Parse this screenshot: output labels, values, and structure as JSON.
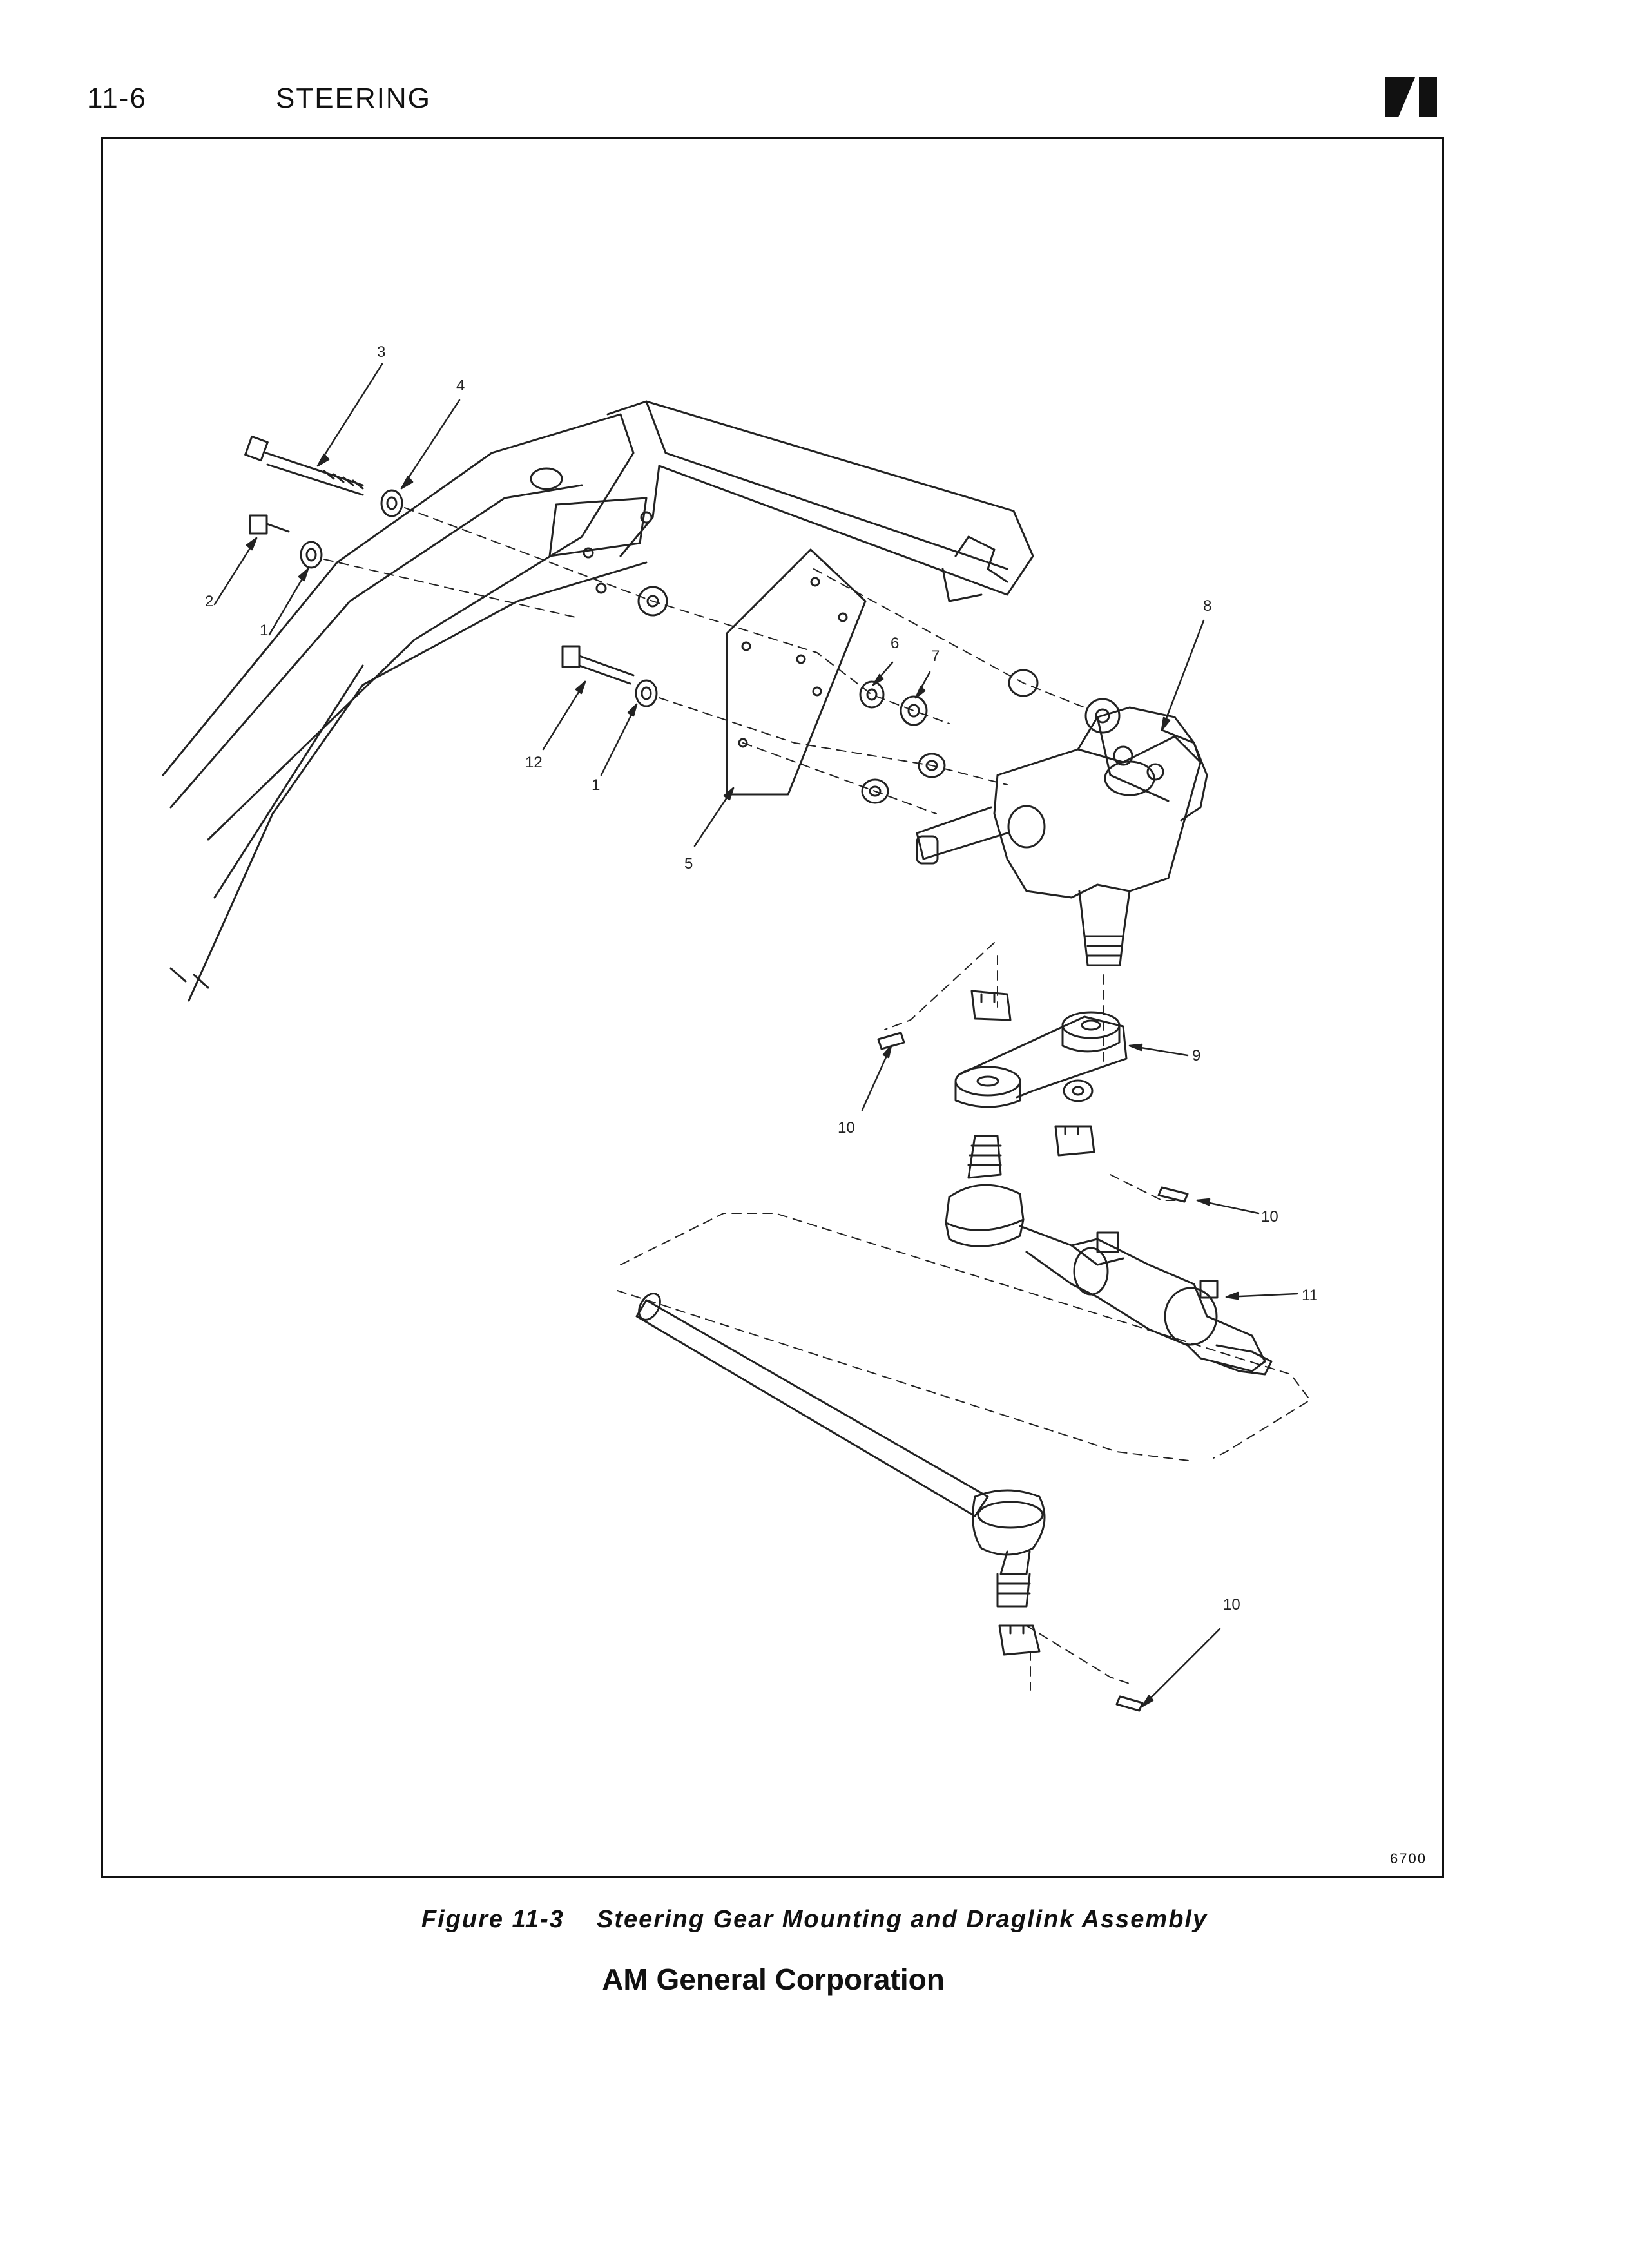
{
  "header": {
    "page_number": "11-6",
    "section": "STEERING"
  },
  "figure": {
    "drawing_number": "6700",
    "caption": "Figure 11-3    Steering Gear Mounting and Draglink Assembly",
    "callouts": [
      "1",
      "1",
      "2",
      "3",
      "4",
      "5",
      "6",
      "7",
      "8",
      "9",
      "10",
      "10",
      "10",
      "11",
      "12"
    ]
  },
  "footer": {
    "company": "AM General Corporation"
  },
  "colors": {
    "ink": "#111111",
    "paper": "#ffffff"
  }
}
